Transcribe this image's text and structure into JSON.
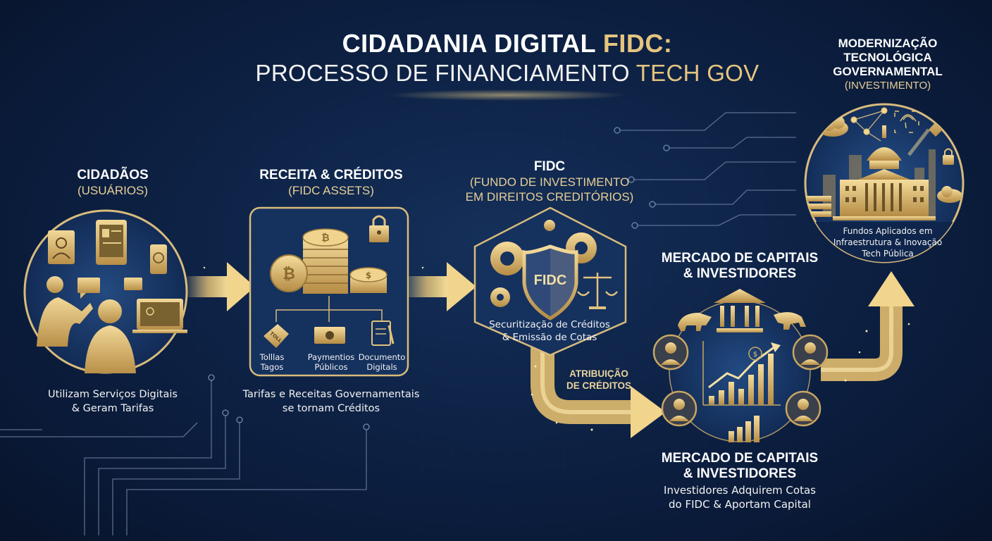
{
  "title": {
    "line1_main": "CIDADANIA DIGITAL ",
    "line1_accent": "FIDC:",
    "line2_main": "PROCESSO DE FINANCIAMENTO ",
    "line2_accent": "TECH GOV"
  },
  "colors": {
    "background": "#0a1a38",
    "accent_gold": "#e5c47e",
    "gold_dark": "#b8924a",
    "text": "#ffffff"
  },
  "stages": [
    {
      "id": "cidadaos",
      "heading": "CIDADÃOS",
      "subheading": "(USUÁRIOS)",
      "caption_line1": "Utilizam Serviços Digitais",
      "caption_line2": "& Geram Tarifas",
      "icons": [
        "user-document-icon",
        "tablet-icon",
        "smartphone-globe-icon",
        "chat-bubble-icon",
        "laptop-profile-icon",
        "woman-with-tablet-icon",
        "man-silhouette-icon"
      ]
    },
    {
      "id": "receita",
      "heading": "RECEITA & CRÉDITOS",
      "subheading": "(FIDC ASSETS)",
      "caption_line1": "Tarifas e Receitas Governamentais",
      "caption_line2": "se tornam Créditos",
      "icons": [
        "bitcoin-coin-stack-icon",
        "dollar-coin-icon",
        "padlock-icon"
      ],
      "items": [
        {
          "icon": "toll-tag-icon",
          "tag_text": "TOLL",
          "line1": "Tolllas",
          "line2": "Tagos"
        },
        {
          "icon": "banknote-icon",
          "line1": "Paymentios",
          "line2": "Públicos"
        },
        {
          "icon": "document-pen-icon",
          "line1": "Documento",
          "line2": "Digitals"
        }
      ]
    },
    {
      "id": "fidc",
      "heading": "FIDC",
      "subheading_line1": "(FUNDO DE INVESTIMENTO",
      "subheading_line2": "EM DIREITOS CREDITÓRIOS)",
      "shield_label": "FIDC",
      "caption_line1": "Securitização de Créditos",
      "caption_line2": "& Emissão de Cotas",
      "icons": [
        "shield-icon",
        "gear-icon",
        "scales-icon"
      ]
    },
    {
      "id": "mercado",
      "heading_top_line1": "MERCADO DE CAPITAIS",
      "heading_top_line2": "& INVESTIDORES",
      "heading_bottom_line1": "MERCADO DE CAPITAIS",
      "heading_bottom_line2": "& INVESTIDORES",
      "caption_line1": "Investidores Adquirem Cotas",
      "caption_line2": "do FIDC & Aportam Capital",
      "icons": [
        "bank-building-icon",
        "bull-icon",
        "bear-icon",
        "investor-avatar-icon",
        "growth-chart-icon",
        "dollar-coin-icon"
      ]
    },
    {
      "id": "modernizacao",
      "heading_line1": "MODERNIZAÇÃO",
      "heading_line2": "TECNOLÓGICA",
      "heading_line3": "GOVERNAMENTAL",
      "subheading": "(INVESTIMENTO)",
      "caption_line1": "Fundos Aplicados em",
      "caption_line2": "Infraestrutura & Inovação",
      "caption_line3": "Tech Pública",
      "icons": [
        "capitol-building-icon",
        "cloud-icon",
        "rocket-icon",
        "fingerprint-icon",
        "padlock-icon",
        "server-icon",
        "network-nodes-icon"
      ]
    }
  ],
  "connectors": {
    "atribuicao_line1": "ATRIBUIÇÃO",
    "atribuicao_line2": "DE CRÉDITOS"
  }
}
